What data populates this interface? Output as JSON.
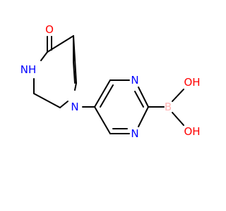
{
  "molecule": {
    "atoms": {
      "oxygen_carbonyl": "O",
      "nitrogen_amide": "NH",
      "nitrogen_amine": "N",
      "nitrogen_pyrimidine_top": "N",
      "nitrogen_pyrimidine_bottom": "N",
      "boron": "B",
      "hydroxyl_top": "OH",
      "hydroxyl_bottom": "OH"
    },
    "colors": {
      "bond": "#000000",
      "oxygen": "#ff0000",
      "nitrogen": "#0000ff",
      "boron": "#ffb5b5"
    }
  }
}
